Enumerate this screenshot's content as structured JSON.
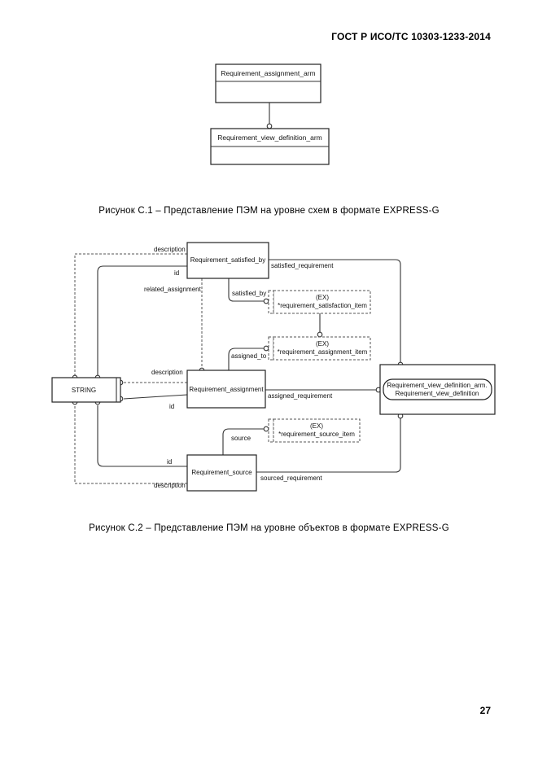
{
  "header": {
    "standard": "ГОСТ Р ИСО/ТС 10303-1233-2014"
  },
  "figure1": {
    "caption": "Рисунок C.1 – Представление ПЭМ на уровне схем в формате EXPRESS-G",
    "schema_top": "Requirement_assignment_arm",
    "schema_bottom": "Requirement_view_definition_arm"
  },
  "figure2": {
    "caption": "Рисунок C.2 – Представление ПЭМ на уровне объектов в формате EXPRESS-G",
    "entities": {
      "satisfied_by": "Requirement_satisfied_by",
      "assignment": "Requirement_assignment",
      "source": "Requirement_source",
      "string": "STRING",
      "view_def_1": "Requirement_view_definition_arm.",
      "view_def_2": "Requirement_view_definition"
    },
    "refs": {
      "sat_item_ex": "(EX)",
      "sat_item": "*requirement_satisfaction_item",
      "asg_item_ex": "(EX)",
      "asg_item": "*requirement_assignment_item",
      "src_item_ex": "(EX)",
      "src_item": "*requirement_source_item"
    },
    "labels": {
      "description_top": "description",
      "id_top": "id",
      "related_assignment": "related_assignment",
      "satisfied_requirement": "satisfied_requirement",
      "satisfied_by": "satisfied_by",
      "assigned_to": "assigned_to",
      "description_mid": "description",
      "assigned_requirement": "assigned_requirement",
      "id_mid": "id",
      "source": "source",
      "id_bottom": "id",
      "sourced_requirement": "sourced_requirement",
      "description_bottom": "description"
    }
  },
  "footer": {
    "page_number": "27"
  }
}
